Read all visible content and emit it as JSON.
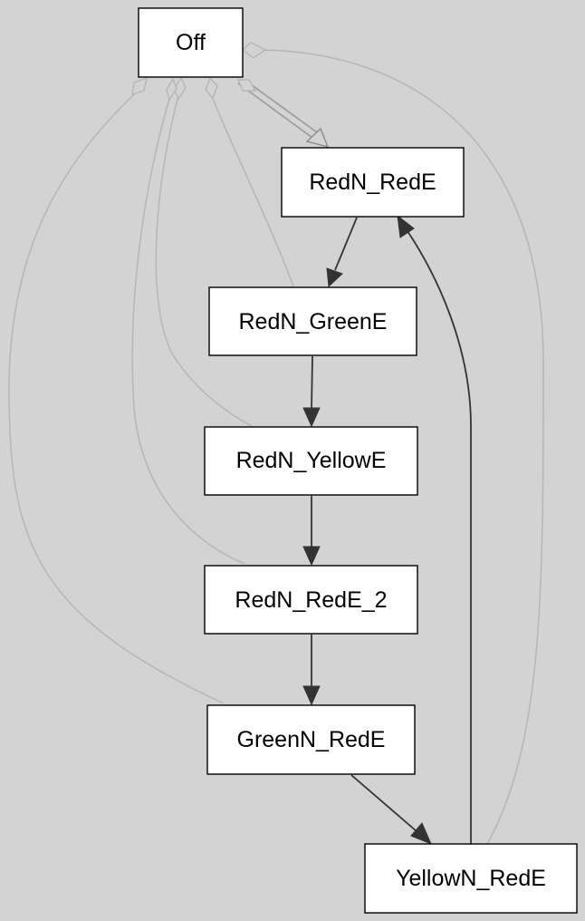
{
  "diagram": {
    "nodes": [
      {
        "id": "off",
        "label": "Off"
      },
      {
        "id": "rn_re",
        "label": "RedN_RedE"
      },
      {
        "id": "rn_ge",
        "label": "RedN_GreenE"
      },
      {
        "id": "rn_ye",
        "label": "RedN_YellowE"
      },
      {
        "id": "rn_re2",
        "label": "RedN_RedE_2"
      },
      {
        "id": "gn_re",
        "label": "GreenN_RedE"
      },
      {
        "id": "yn_re",
        "label": "YellowN_RedE"
      }
    ],
    "transitions": [
      {
        "from": "off",
        "to": "rn_re",
        "style": "initial"
      },
      {
        "from": "rn_re",
        "to": "rn_ge",
        "style": "normal"
      },
      {
        "from": "rn_ge",
        "to": "rn_ye",
        "style": "normal"
      },
      {
        "from": "rn_ye",
        "to": "rn_re2",
        "style": "normal"
      },
      {
        "from": "rn_re2",
        "to": "gn_re",
        "style": "normal"
      },
      {
        "from": "gn_re",
        "to": "yn_re",
        "style": "normal"
      },
      {
        "from": "yn_re",
        "to": "rn_re",
        "style": "normal"
      }
    ],
    "compositions": [
      {
        "parent": "off",
        "child": "rn_ge"
      },
      {
        "parent": "off",
        "child": "rn_ye"
      },
      {
        "parent": "off",
        "child": "rn_re2"
      },
      {
        "parent": "off",
        "child": "gn_re"
      },
      {
        "parent": "off",
        "child": "yn_re"
      }
    ],
    "colors": {
      "background": "#d3d3d3",
      "node_fill": "#ffffff",
      "node_border": "#000000",
      "transition_edge": "#333333",
      "composition_edge": "#b5b5b5"
    }
  }
}
